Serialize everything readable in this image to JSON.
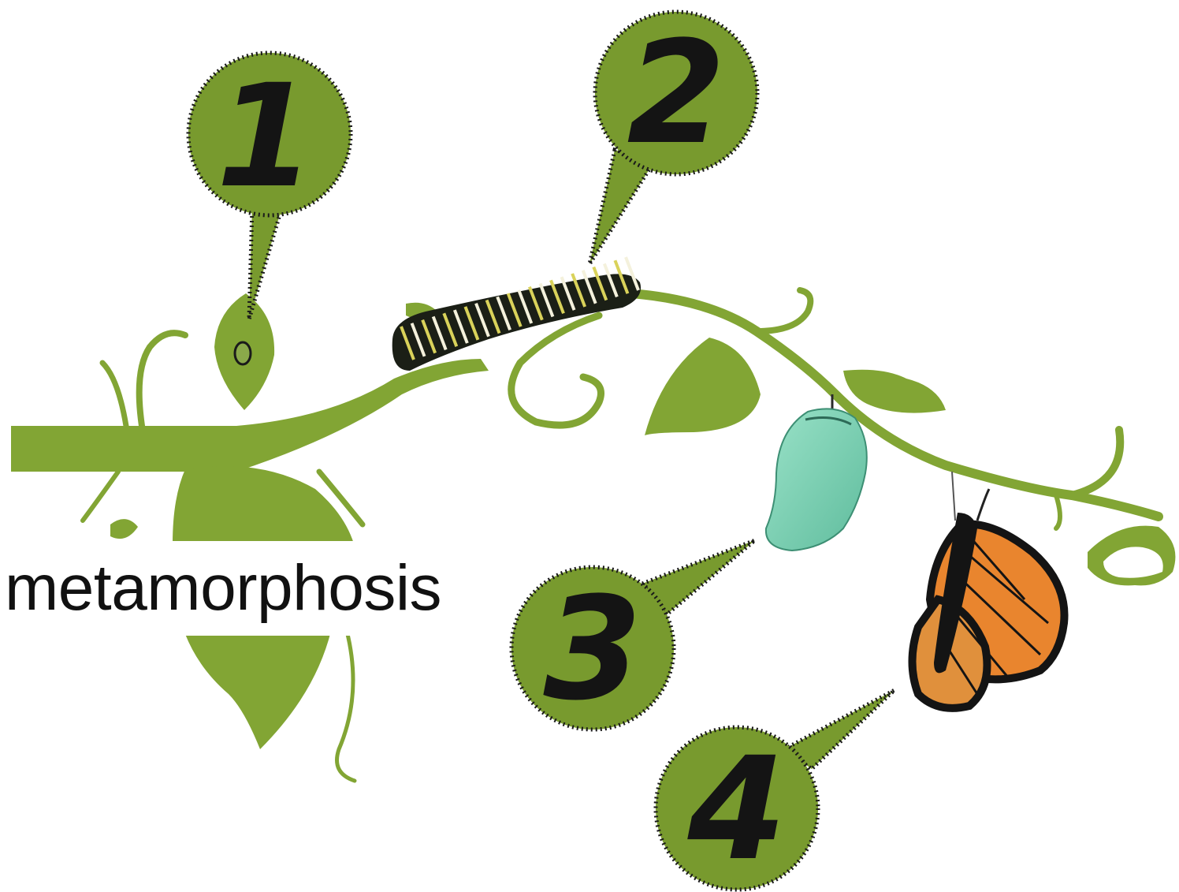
{
  "title": "metamorphosis",
  "colors": {
    "vine": "#82a534",
    "bubble": "#789a2e",
    "bubble_border": "#1a1a1a",
    "numeral": "#141414",
    "caterpillar_dark": "#1b1f16",
    "caterpillar_yellow": "#d9d25a",
    "chrysalis": "#7fd3b7",
    "butterfly_orange": "#e9852e"
  },
  "stages": [
    {
      "number": "1",
      "subject": "egg"
    },
    {
      "number": "2",
      "subject": "caterpillar"
    },
    {
      "number": "3",
      "subject": "chrysalis"
    },
    {
      "number": "4",
      "subject": "butterfly"
    }
  ]
}
